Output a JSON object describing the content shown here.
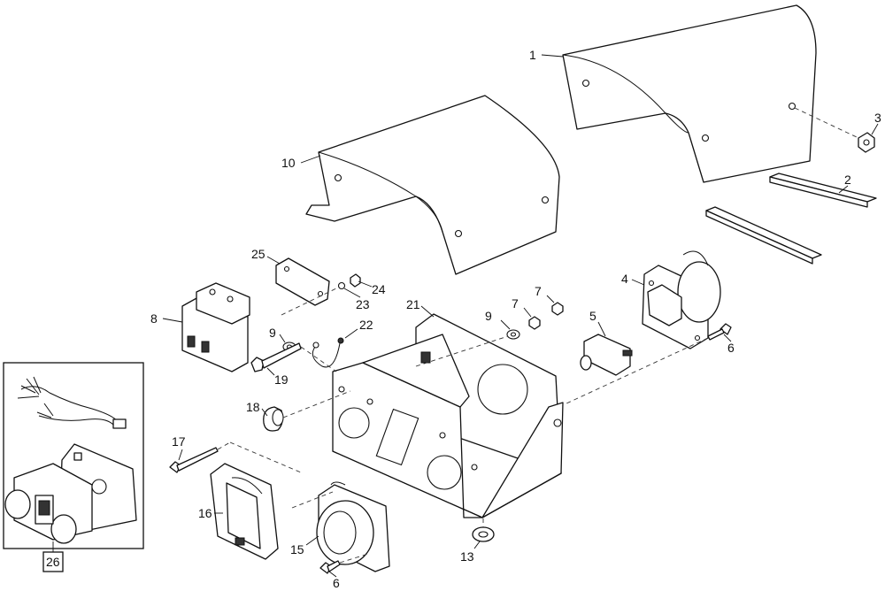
{
  "labels": {
    "l1": "1",
    "l2": "2",
    "l3": "3",
    "l4": "4",
    "l5": "5",
    "l6a": "6",
    "l6b": "6",
    "l7a": "7",
    "l7b": "7",
    "l8": "8",
    "l9a": "9",
    "l9b": "9",
    "l10": "10",
    "l13": "13",
    "l15": "15",
    "l16": "16",
    "l17": "17",
    "l18": "18",
    "l19": "19",
    "l21": "21",
    "l22": "22",
    "l23": "23",
    "l24": "24",
    "l25": "25",
    "l26": "26"
  }
}
